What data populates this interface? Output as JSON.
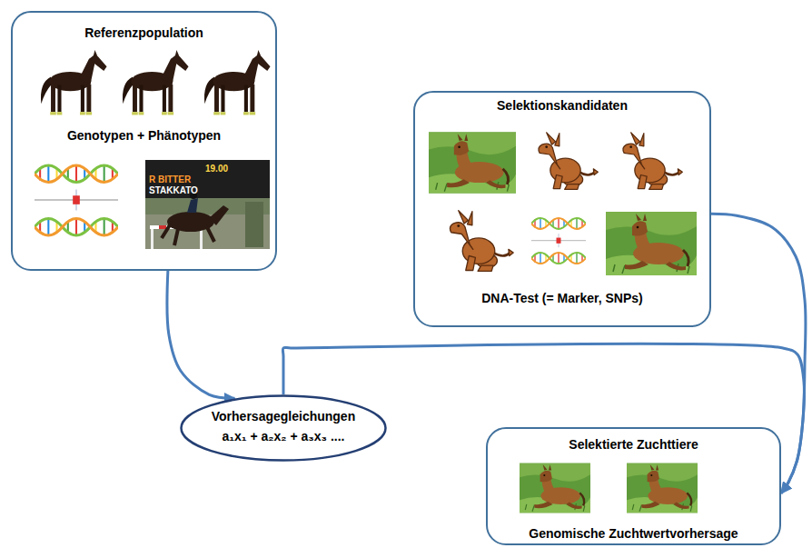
{
  "diagram": {
    "nodes": [
      {
        "text": [
          "Referenzpopulation",
          "Genotypen + Phänotypen"
        ]
      },
      {
        "text": [
          "Selektionskandidaten",
          "DNA-Test (= Marker, SNPs)"
        ]
      },
      {
        "text": [
          "Vorhersagegleichungen",
          "a₁x₁ + a₂x₂ + a₃x₃ ...."
        ]
      },
      {
        "text": [
          "Selektierte Zuchttiere",
          "Genomische Zuchtwertvorhersage"
        ]
      }
    ],
    "edges": [
      {
        "from": 0,
        "to": 2,
        "arrow": "to"
      },
      {
        "from": 1,
        "to": 3,
        "arrow": "to"
      },
      {
        "from": 2,
        "to": 3,
        "arrow": "to"
      }
    ],
    "labels": [
      "19.00",
      "R BITTER",
      "STAKKATO"
    ]
  }
}
